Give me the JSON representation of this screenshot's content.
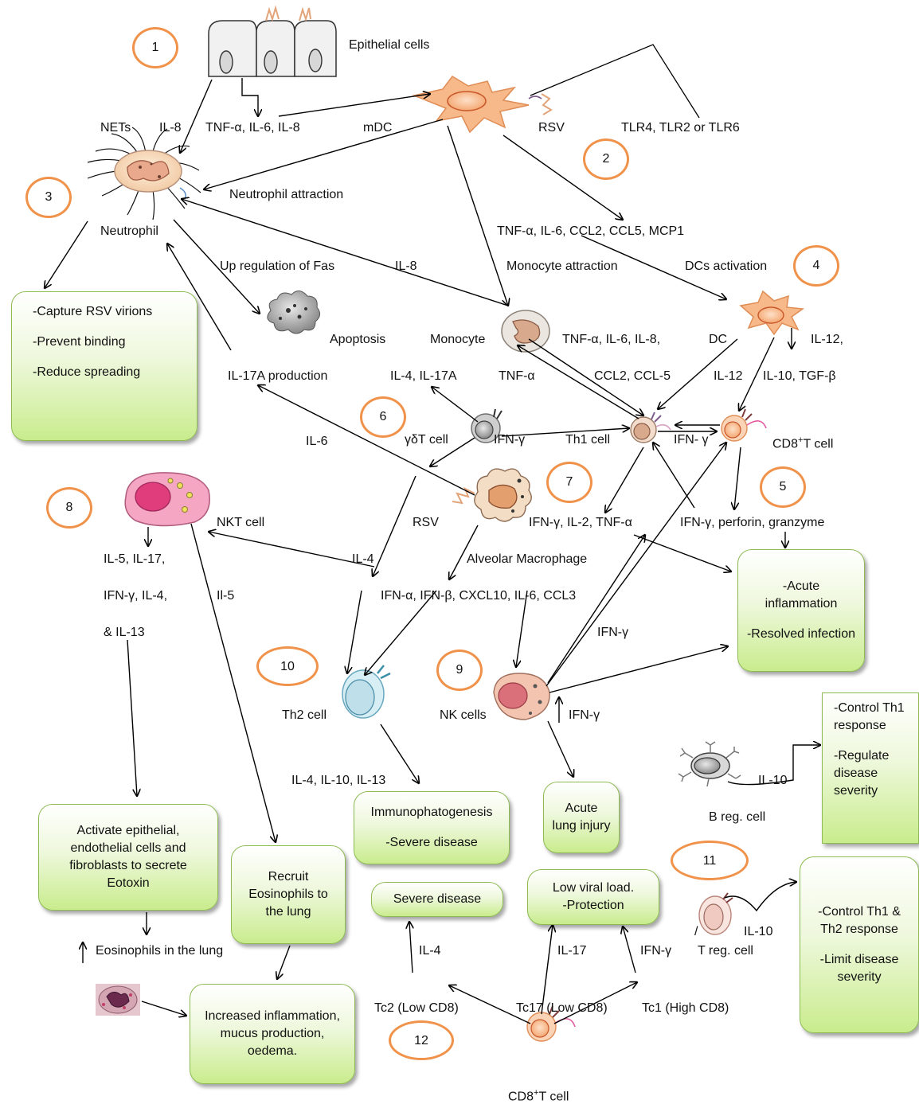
{
  "steps": [
    "1",
    "2",
    "3",
    "4",
    "5",
    "6",
    "7",
    "8",
    "9",
    "10",
    "11",
    "12"
  ],
  "labels": {
    "epithelial": "Epithelial cells",
    "nets": "NETs",
    "il8_a": "IL-8",
    "tnf_a": "TNF-α, IL-6, IL-8",
    "mdc": "mDC",
    "rsv_a": "RSV",
    "tlr": "TLR4, TLR2 or TLR6",
    "neutrophil_attraction": "Neutrophil attraction",
    "neutrophil": "Neutrophil",
    "tnf_ccl": "TNF-α, IL-6, CCL2, CCL5, MCP1",
    "up_fas": "Up regulation of Fas",
    "il8_b": "IL-8",
    "monocyte_attraction": "Monocyte attraction",
    "dcs_activation": "DCs activation",
    "apoptosis": "Apoptosis",
    "monocyte": "Monocyte",
    "tnf_mono": "TNF-α, IL-6, IL-8,",
    "dc": "DC",
    "il12_a": "IL-12,",
    "il17a_prod": "IL-17A production",
    "il4_il17a": "IL-4, IL-17A",
    "tnf_b": "TNF-α",
    "ccl2_ccl5": "CCL2, CCL-5",
    "il12_b": "IL-12",
    "il10_tgf": "IL-10, TGF-β",
    "il6": "IL-6",
    "gdt": "γδT cell",
    "ifn_g_a": "IFN-γ",
    "th1": "Th1 cell",
    "ifn_g_b": "IFN- γ",
    "cd8_a_main": "CD8",
    "cd8_a_sup": "+",
    "cd8_a_tail": "T cell",
    "nkt": "NKT cell",
    "rsv_b": "RSV",
    "ifn_il2": "IFN-γ, IL-2, TNF-α",
    "ifn_perforin": "IFN-γ, perforin, granzyme",
    "il5_list": "IL-5, IL-17,",
    "ifn_il4": "IFN-γ, IL-4,",
    "il13": "& IL-13",
    "il5_b": "Il-5",
    "il4_a": "IL-4",
    "alv_mac": "Alveolar Macrophage",
    "ifn_alpha": "IFN-α, IFN-β, CXCL10, IL-6, CCL3",
    "ifn_g_c": "IFN-γ",
    "th2": "Th2 cell",
    "nk": "NK cells",
    "ifn_g_d": "IFN-γ",
    "il4_il10_il13": "IL-4, IL-10, IL-13",
    "il10_a": "IL-10",
    "breg": "B reg. cell",
    "eos_lung": "Eosinophils in the lung",
    "il4_b": "IL-4",
    "il17": "IL-17",
    "ifn_g_e": "IFN-γ",
    "il10_b": "IL-10",
    "treg": "T reg. cell",
    "treg_slash": "/",
    "tc2": "Tc2 (Low CD8)",
    "tc17": "Tc17 (Low CD8)",
    "tc1": "Tc1 (High CD8)",
    "cd8_b_main": "CD8",
    "cd8_b_sup": "+",
    "cd8_b_tail": "T cell"
  },
  "boxes": {
    "capture": [
      "-Capture RSV virions",
      "-Prevent binding",
      "-Reduce spreading"
    ],
    "acute_inflam": [
      "-Acute inflammation",
      "-Resolved infection"
    ],
    "th1_control": [
      "-Control Th1 response",
      "-Regulate disease severity"
    ],
    "immuno": [
      "Immunophatogenesis",
      "-Severe disease"
    ],
    "acute_lung": "Acute lung injury",
    "activate_epi": "Activate epithelial, endothelial cells and fibroblasts to secrete Eotoxin",
    "recruit_eos": "Recruit Eosinophils to the lung",
    "severe": "Severe disease",
    "low_viral": [
      "Low viral load.",
      "-Protection"
    ],
    "th1_th2_control": [
      "-Control Th1 & Th2 response",
      "-Limit disease severity"
    ],
    "increased": "Increased inflammation, mucus production, oedema."
  },
  "colors": {
    "step_ring": "#f0924a",
    "box_border": "#8dbb52",
    "box_fill": "#c9ec8d",
    "dc_fill": "#f7b98a",
    "nkt_fill": "#f4a6c2",
    "th2_fill": "#bfe0ea"
  }
}
